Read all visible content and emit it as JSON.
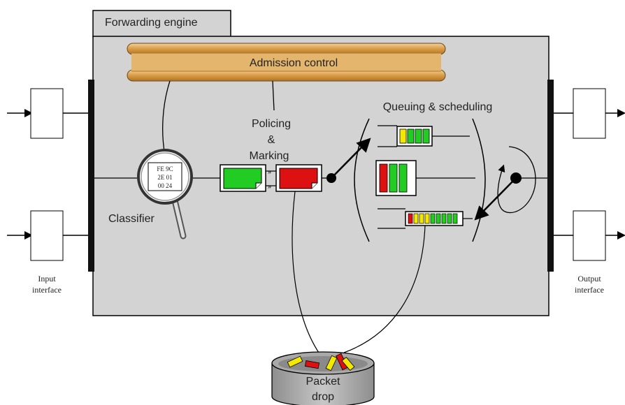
{
  "forwarding_engine": {
    "tab_label": "Forwarding engine"
  },
  "admission_control": {
    "label": "Admission control"
  },
  "policing": {
    "line1": "Policing",
    "line2": "&",
    "line3": "Marking"
  },
  "queuing": {
    "label": "Queuing & scheduling"
  },
  "classifier": {
    "label": "Classifier",
    "header_lines": [
      "FE 9C",
      "2E 01",
      "00 24"
    ]
  },
  "input_interface": {
    "line1": "Input",
    "line2": "interface"
  },
  "output_interface": {
    "line1": "Output",
    "line2": "interface"
  },
  "packet_drop": {
    "line1": "Packet",
    "line2": "drop"
  },
  "colors": {
    "engine_bg": "#d3d3d3",
    "pipe": "#e3b56d",
    "green": "#22cc22",
    "red": "#dd1111",
    "yellow": "#f5e800"
  }
}
